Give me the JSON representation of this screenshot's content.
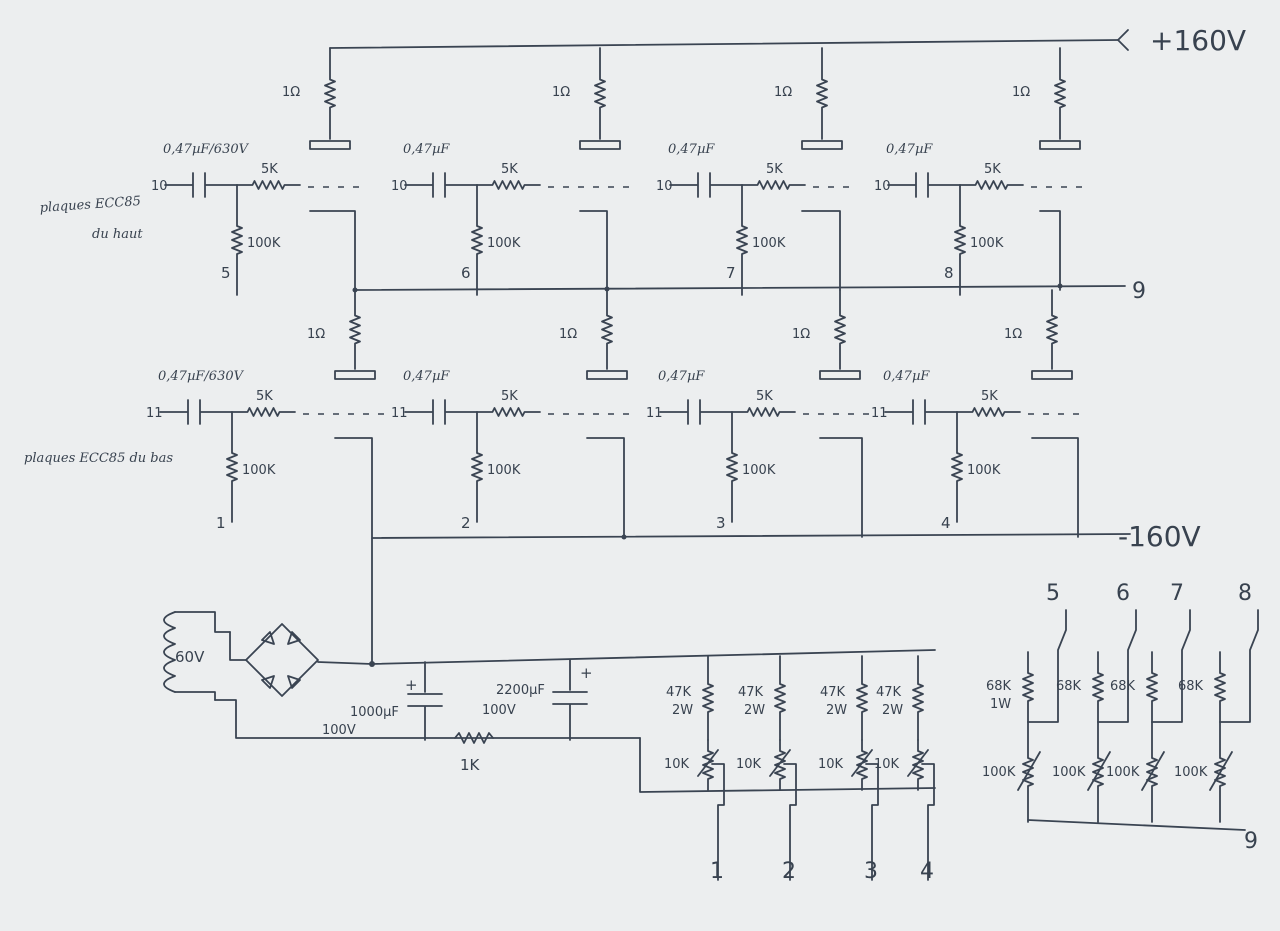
{
  "labels": {
    "supply_plus": "+160V",
    "supply_minus": "-160V",
    "out9": "9",
    "plaques_top_line1": "plaques ECC85",
    "plaques_top_line2": "du haut",
    "plaques_bottom": "plaques ECC85 du bas",
    "transformer": "60V",
    "c1_value": "1000µF",
    "c1_voltage": "100V",
    "c2_value": "2200µF",
    "c2_voltage": "100V",
    "r_1k": "1K",
    "plus_sign": "+"
  },
  "upper_stages": [
    {
      "input": "10",
      "cap": "0,47µF/630V",
      "series": "5K",
      "shunt": "100K",
      "anode": "1Ω",
      "node": "5"
    },
    {
      "input": "10",
      "cap": "0,47µF",
      "series": "5K",
      "shunt": "100K",
      "anode": "1Ω",
      "node": "6"
    },
    {
      "input": "10",
      "cap": "0,47µF",
      "series": "5K",
      "shunt": "100K",
      "anode": "1Ω",
      "node": "7"
    },
    {
      "input": "10",
      "cap": "0,47µF",
      "series": "5K",
      "shunt": "100K",
      "anode": "1Ω",
      "node": "8"
    }
  ],
  "lower_stages": [
    {
      "input": "11",
      "cap": "0,47µF/630V",
      "series": "5K",
      "shunt": "100K",
      "anode": "1Ω",
      "node": "1"
    },
    {
      "input": "11",
      "cap": "0,47µF",
      "series": "5K",
      "shunt": "100K",
      "anode": "1Ω",
      "node": "2"
    },
    {
      "input": "11",
      "cap": "0,47µF",
      "series": "5K",
      "shunt": "100K",
      "anode": "1Ω",
      "node": "3"
    },
    {
      "input": "11",
      "cap": "0,47µF",
      "series": "5K",
      "shunt": "100K",
      "anode": "1Ω",
      "node": "4"
    }
  ],
  "bias_low": [
    {
      "r_value": "47K",
      "r_power": "2W",
      "pot": "10K",
      "out": "1"
    },
    {
      "r_value": "47K",
      "r_power": "2W",
      "pot": "10K",
      "out": "2"
    },
    {
      "r_value": "47K",
      "r_power": "2W",
      "pot": "10K",
      "out": "3"
    },
    {
      "r_value": "47K",
      "r_power": "2W",
      "pot": "10K",
      "out": "4"
    }
  ],
  "bias_high": [
    {
      "r_value": "68K",
      "r_power": "1W",
      "pot": "100K",
      "node": "5"
    },
    {
      "r_value": "68K",
      "r_power": "",
      "pot": "100K",
      "node": "6"
    },
    {
      "r_value": "68K",
      "r_power": "",
      "pot": "100K",
      "node": "7"
    },
    {
      "r_value": "68K",
      "r_power": "",
      "pot": "100K",
      "node": "8"
    }
  ]
}
